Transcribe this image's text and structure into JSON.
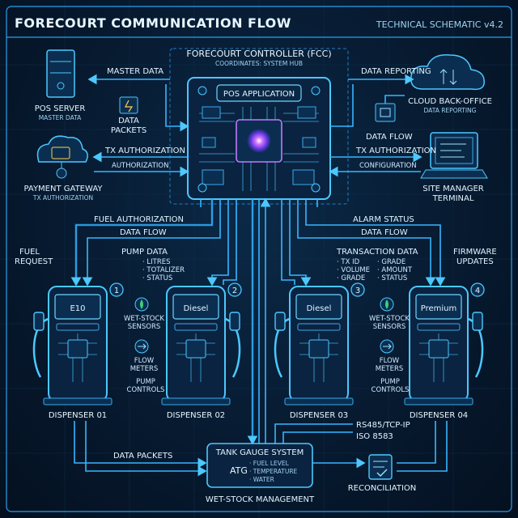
{
  "header": {
    "title": "FORECOURT COMMUNICATION FLOW",
    "version": "TECHNICAL SCHEMATIC v4.2"
  },
  "fcc": {
    "title": "FORECOURT CONTROLLER (FCC)",
    "subtitle": "COORDINATES: SYSTEM HUB",
    "pos_app": "POS APPLICATION"
  },
  "pos_server": {
    "label": "POS SERVER",
    "sub": "MASTER DATA",
    "link": "MASTER DATA",
    "packets_line1": "DATA",
    "packets_line2": "PACKETS"
  },
  "payment": {
    "label": "PAYMENT GATEWAY",
    "sub": "TX AUTHORIZATION",
    "link_top": "TX AUTHORIZATION",
    "link_bottom": "AUTHORIZATION"
  },
  "cloud": {
    "label": "CLOUD BACK-OFFICE",
    "sub": "DATA REPORTING",
    "link": "DATA REPORTING",
    "flow": "DATA FLOW"
  },
  "site_manager": {
    "label_line1": "SITE MANAGER",
    "label_line2": "TERMINAL",
    "link_top": "TX AUTHORIZATION",
    "link_bottom": "CONFIGURATION"
  },
  "flows": {
    "fuel_authorization": "FUEL AUTHORIZATION",
    "alarm_status": "ALARM STATUS",
    "data_flow_left": "DATA FLOW",
    "data_flow_right": "DATA FLOW",
    "fuel_request_1": "FUEL",
    "fuel_request_2": "REQUEST",
    "firmware_1": "FIRMWARE",
    "firmware_2": "UPDATES"
  },
  "pump_data": {
    "title": "PUMP DATA",
    "items": [
      "· LITRES",
      "· TOTALIZER",
      "· STATUS"
    ]
  },
  "transaction_data": {
    "title": "TRANSACTION DATA",
    "col1": [
      "· TX ID",
      "· VOLUME",
      "· GRADE"
    ],
    "col2": [
      "· GRADE",
      "· AMOUNT",
      "· STATUS"
    ]
  },
  "dispensers": [
    {
      "number": "1",
      "grade": "E10",
      "label": "DISPENSER 01"
    },
    {
      "number": "2",
      "grade": "Diesel",
      "label": "DISPENSER 02"
    },
    {
      "number": "3",
      "grade": "Diesel",
      "label": "DISPENSER 03"
    },
    {
      "number": "4",
      "grade": "Premium",
      "label": "DISPENSER 04"
    }
  ],
  "side_labels_left": {
    "sensors_1": "WET-STOCK",
    "sensors_2": "SENSORS",
    "flow_1": "FLOW",
    "flow_2": "METERS",
    "pump_1": "PUMP",
    "pump_2": "CONTROLS"
  },
  "side_labels_right": {
    "sensors_1": "WET-STOCK",
    "sensors_2": "SENSORS",
    "flow_1": "FLOW",
    "flow_2": "METERS",
    "pump_1": "PUMP",
    "pump_2": "CONTROLS"
  },
  "bottom": {
    "data_packets": "DATA PACKETS",
    "rs485": "RS485/TCP-IP",
    "iso": "ISO 8583",
    "tank_title": "TANK GAUGE SYSTEM",
    "atg": "ATG",
    "atg_items": [
      "· FUEL LEVEL",
      "· TEMPERATURE",
      "· WATER"
    ],
    "wetstock": "WET-STOCK MANAGEMENT",
    "reconciliation": "RECONCILIATION"
  },
  "colors": {
    "background": "#071a30",
    "accent": "#37b6ff",
    "chip_glow": "#c04bff"
  }
}
